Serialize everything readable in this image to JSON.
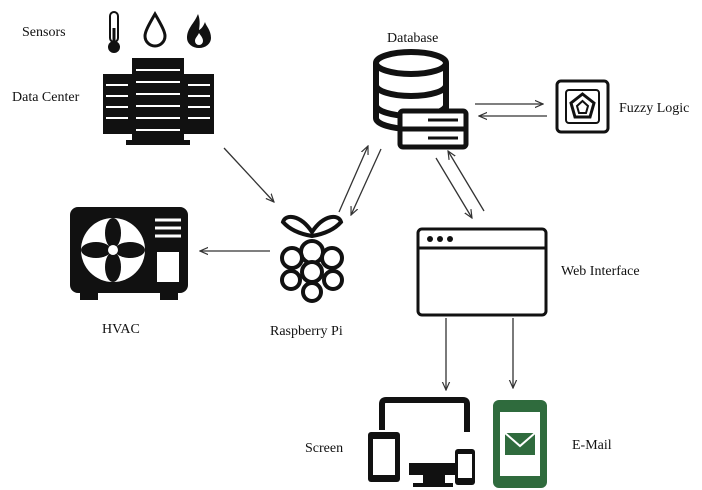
{
  "diagram": {
    "nodes": {
      "sensors": {
        "label": "Sensors",
        "icons": [
          "thermometer-icon",
          "water-drop-icon",
          "flame-icon"
        ]
      },
      "data_center": {
        "label": "Data Center",
        "icon": "server-rack-icon"
      },
      "database": {
        "label": "Database",
        "icon": "database-icon"
      },
      "fuzzy_logic": {
        "label": "Fuzzy Logic",
        "icon": "fuzzy-logic-icon"
      },
      "web_interface": {
        "label": "Web Interface",
        "icon": "browser-window-icon"
      },
      "hvac": {
        "label": "HVAC",
        "icon": "hvac-unit-icon"
      },
      "raspberry_pi": {
        "label": "Raspberry Pi",
        "icon": "raspberry-pi-icon"
      },
      "screen": {
        "label": "Screen",
        "icon": "devices-icon"
      },
      "email": {
        "label": "E-Mail",
        "icon": "phone-mail-icon"
      }
    },
    "edges": [
      {
        "from": "data_center",
        "to": "raspberry_pi"
      },
      {
        "from": "raspberry_pi",
        "to": "hvac"
      },
      {
        "from": "raspberry_pi",
        "to": "database",
        "bidirectional": true
      },
      {
        "from": "database",
        "to": "fuzzy_logic",
        "bidirectional": true
      },
      {
        "from": "database",
        "to": "web_interface",
        "bidirectional": true
      },
      {
        "from": "web_interface",
        "to": "screen"
      },
      {
        "from": "web_interface",
        "to": "email"
      }
    ],
    "colors": {
      "stroke": "#111111",
      "phone": "#2f6b3d"
    }
  }
}
